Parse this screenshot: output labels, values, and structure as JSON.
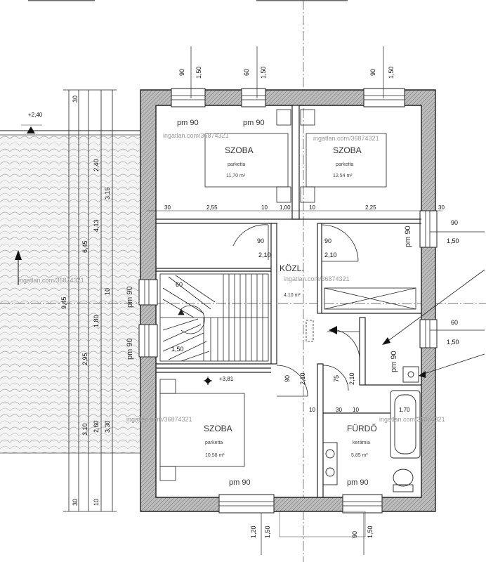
{
  "rooms": {
    "room1": {
      "name": "SZOBA",
      "floor": "parketta",
      "area": "11,70 m²"
    },
    "room2": {
      "name": "SZOBA",
      "floor": "parketta",
      "area": "12,54 m²"
    },
    "room3": {
      "name": "SZOBA",
      "floor": "parketta",
      "area": "10,58 m²"
    },
    "hall": {
      "name": "KÖZL.",
      "area": "4,10 m²"
    },
    "bath": {
      "name": "FÜRDŐ",
      "floor": "kerámia",
      "area": "5,85 m²"
    }
  },
  "window_labels": {
    "top_left": "pm 90",
    "top_mid": "pm 90",
    "right_upper": "pm 90",
    "right_mid": "pm 90",
    "left_upper": "pm 90",
    "left_lower": "pm 90",
    "bottom_left": "pm 90",
    "bottom_right": "pm 90"
  },
  "dimensions": {
    "top_w1": "90",
    "top_h1": "1,50",
    "top_w2": "60",
    "top_h2": "1,50",
    "top_w3": "90",
    "top_h3": "1,50",
    "right_w1": "90",
    "right_h1": "1,50",
    "right_w2": "60",
    "right_h2": "1,50",
    "bottom_h1": "1,20",
    "bottom_w1": "1,50",
    "bottom_w2": "90",
    "bottom_h2": "1,50",
    "wall_a": "30",
    "wall_b": "2,55",
    "wall_c": "10",
    "wall_d": "1,00",
    "wall_e": "10",
    "wall_f": "2,25",
    "wall_g": "30",
    "door_a": "90",
    "door_b": "2,10",
    "door_c": "90",
    "door_d": "2,10",
    "vd1": "30",
    "vd2": "2,40",
    "vd3": "3,15",
    "vd4": "4,13",
    "vd5": "6,45",
    "vd6": "9,45",
    "vd7": "10",
    "vd8": "1,80",
    "vd9": "2,95",
    "vd10": "3,30",
    "vd11": "30",
    "vd12": "10",
    "vd13": "2,60",
    "vd14": "3,10",
    "sd1": "60",
    "sd2": "1,50",
    "sd3": "60",
    "sd4": "1,50",
    "level": "+2,40",
    "level2": "+3,81",
    "bd1": "90",
    "bd2": "2,10",
    "bd3": "75",
    "bd4": "2,10",
    "b_small1": "10",
    "b_small2": "30",
    "b_small3": "10",
    "tub": "1,70"
  },
  "watermark": "ingatlan.com/36874321"
}
